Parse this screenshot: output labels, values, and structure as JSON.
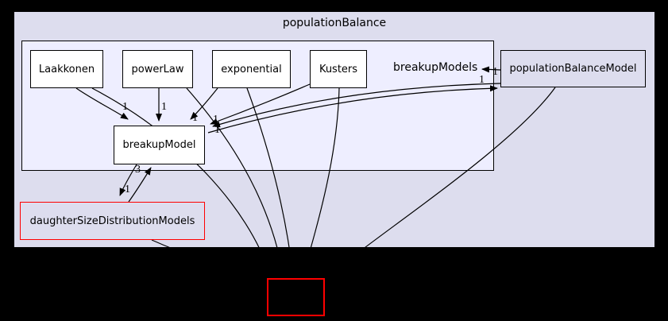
{
  "graph": {
    "outer_cluster_label": "populationBalance",
    "inner_cluster_label": "breakupModels",
    "nodes": [
      {
        "id": "laakkonen",
        "label": "Laakkonen"
      },
      {
        "id": "powerLaw",
        "label": "powerLaw"
      },
      {
        "id": "exponential",
        "label": "exponential"
      },
      {
        "id": "kusters",
        "label": "Kusters"
      },
      {
        "id": "breakupModel",
        "label": "breakupModel"
      },
      {
        "id": "populationBalanceModel",
        "label": "populationBalanceModel"
      },
      {
        "id": "daughterSizeDistributionModels",
        "label": "daughterSizeDistributionModels"
      },
      {
        "id": "external-unlabeled",
        "label": ""
      }
    ],
    "edge_labels": [
      {
        "text": "1",
        "edge": "Laakkonen-to-breakupModel"
      },
      {
        "text": "1",
        "edge": "powerLaw-to-breakupModel"
      },
      {
        "text": "1",
        "edge": "exponential-to-breakupModel"
      },
      {
        "text": "1",
        "edge": "Kusters-to-breakupModel"
      },
      {
        "text": "1",
        "edge": "populationBalanceModel-to-breakupModel"
      },
      {
        "text": "1",
        "edge": "breakupModel-to-populationBalanceModel"
      },
      {
        "text": "1",
        "edge": "populationBalanceModel-to-breakupModels"
      },
      {
        "text": "3",
        "edge": "daughterSizeDistributionModels-to-breakupModel"
      },
      {
        "text": "1",
        "edge": "breakupModel-to-daughterSizeDistributionModels"
      }
    ]
  },
  "colors": {
    "background": "#000000",
    "outer_cluster_fill": "#ddddee",
    "inner_cluster_fill": "#eeeeff",
    "node_fill": "#ffffff",
    "plain_node_fill": "#ddddee",
    "red_border": "#ff0000",
    "edge_stroke": "#000000",
    "text": "#000000"
  }
}
